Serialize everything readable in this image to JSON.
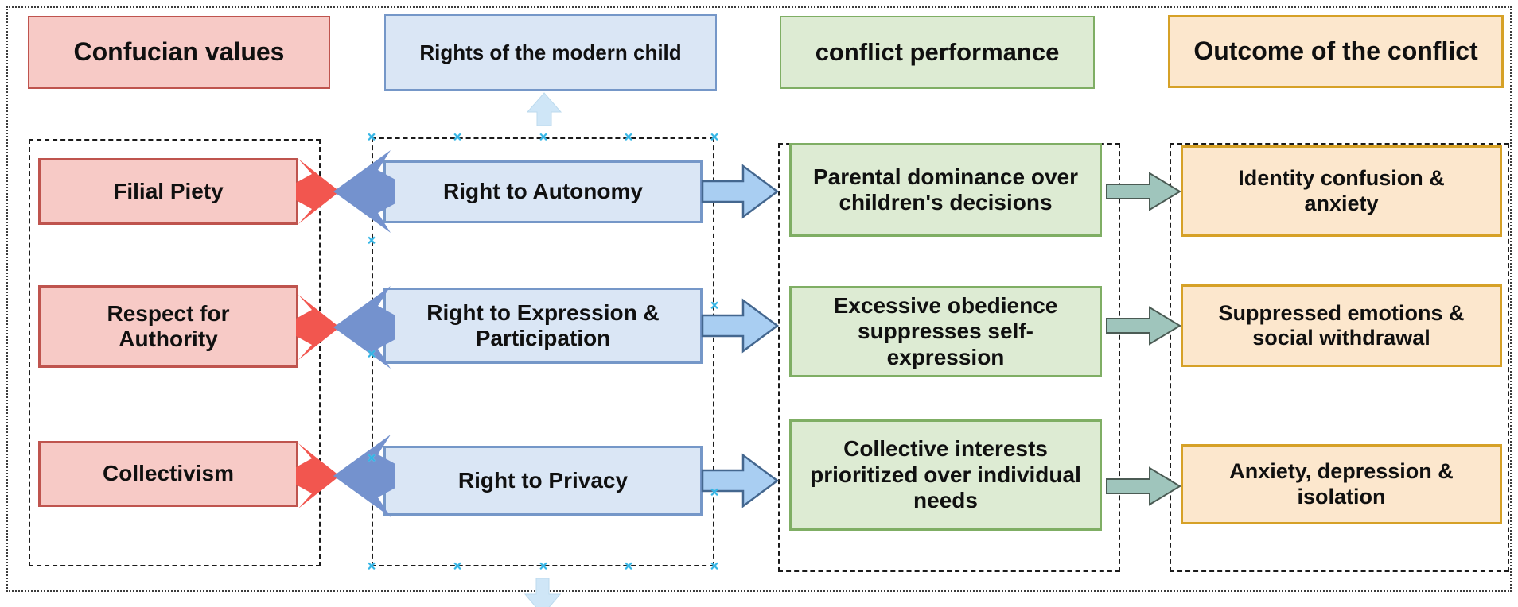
{
  "figure": {
    "title_note": "Confucian values vs rights of the modern child conflict diagram",
    "columns": [
      {
        "header": "Confucian values",
        "items": [
          "Filial Piety",
          "Respect for Authority",
          "Collectivism"
        ]
      },
      {
        "header": "Rights of the modern child",
        "items": [
          "Right to Autonomy",
          "Right to Expression & Participation",
          "Right to Privacy"
        ]
      },
      {
        "header": "conflict performance",
        "items": [
          "Parental dominance over children's decisions",
          "Excessive obedience suppresses self-expression",
          "Collective interests prioritized over individual needs"
        ]
      },
      {
        "header": "Outcome of the conflict",
        "items": [
          "Identity confusion & anxiety",
          "Suppressed emotions & social withdrawal",
          "Anxiety, depression & isolation"
        ]
      }
    ],
    "icons": {
      "selection_handle": "×"
    },
    "colors": {
      "confucian_fill": "#f7cac6",
      "confucian_border": "#bf544e",
      "rights_fill": "#dae6f5",
      "rights_border": "#7597c8",
      "conflict_fill": "#ddebd3",
      "conflict_border": "#7fae64",
      "outcome_fill": "#fce7cd",
      "outcome_border": "#d6a127",
      "clash_arrow_red": "#f2564f",
      "clash_arrow_blue": "#7492ce",
      "flow_arrow_blue_fill": "#a9cef2",
      "flow_arrow_blue_border": "#44678f",
      "outcome_arrow_teal_fill": "#9fc5bc",
      "outcome_arrow_teal_border": "#4b5b54",
      "pale_blue_arrow": "#cfe6f7",
      "selection_handle": "#35b5e5",
      "dashed_border": "#1b1b1b",
      "outer_dotted_border": "#3c3c3c",
      "text": "#101010"
    }
  }
}
